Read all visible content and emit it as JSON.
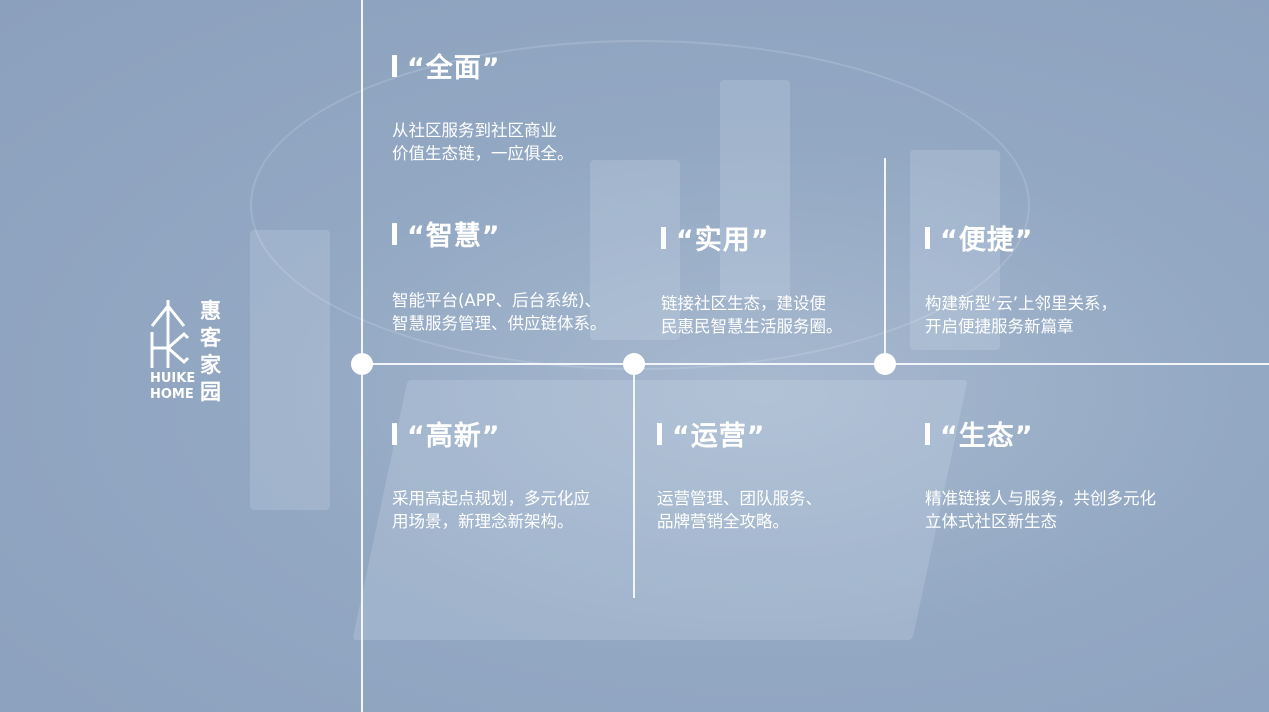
{
  "logo": {
    "cn": "惠客家园",
    "en_line1": "HUIKE",
    "en_line2": "HOME"
  },
  "sections": [
    {
      "title": "“全面”",
      "desc": [
        "从社区服务到社区商业",
        "价值生态链，一应俱全。"
      ]
    },
    {
      "title": "“智慧”",
      "desc": [
        "智能平台(APP、后台系统)、",
        "智慧服务管理、供应链体系。"
      ]
    },
    {
      "title": "“实用”",
      "desc": [
        "链接社区生态，建设便",
        "民惠民智慧生活服务圈。"
      ]
    },
    {
      "title": "“便捷”",
      "desc": [
        "构建新型‘云’上邻里关系，",
        "开启便捷服务新篇章"
      ]
    },
    {
      "title": "“高新”",
      "desc": [
        "采用高起点规划，多元化应",
        "用场景，新理念新架构。"
      ]
    },
    {
      "title": "“运营”",
      "desc": [
        "运营管理、团队服务、",
        "品牌营销全攻略。"
      ]
    },
    {
      "title": "“生态”",
      "desc": [
        "精准链接人与服务，共创多元化",
        "立体式社区新生态"
      ]
    }
  ]
}
